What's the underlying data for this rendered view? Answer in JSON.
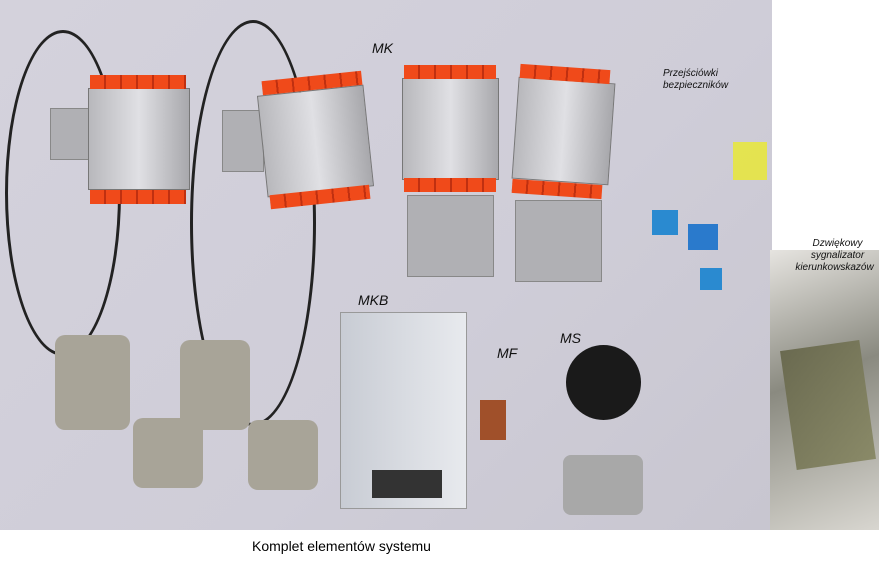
{
  "labels": {
    "mk": "MK",
    "fuse_adapters": [
      "Przejściówki",
      "bezpieczników"
    ],
    "buzzer": [
      "Dzwiękowy",
      "sygnalizator",
      "kierunkowskazów"
    ],
    "mkb": "MKB",
    "mf": "MF",
    "ms": "MS"
  },
  "caption": "Komplet elementów systemu"
}
